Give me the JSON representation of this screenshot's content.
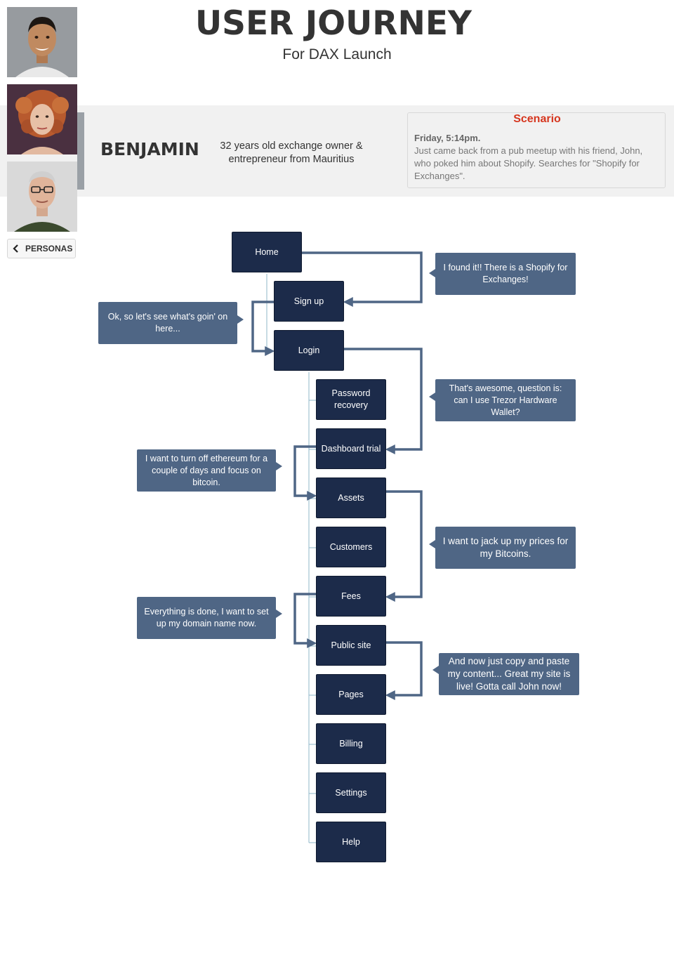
{
  "header": {
    "title": "USER JOURNEY",
    "subtitle": "For DAX Launch"
  },
  "persona": {
    "name": "BENJAMIN",
    "description": "32 years old exchange owner & entrepreneur from Mauritius"
  },
  "scenario": {
    "title": "Scenario",
    "when": "Friday, 5:14pm.",
    "text": "Just came back from a pub meetup with his friend, John, who poked him about Shopify. Searches for \"Shopify for Exchanges\"."
  },
  "personas_button": {
    "label": "PERSONAS"
  },
  "flow": {
    "nodes": {
      "home": "Home",
      "signup": "Sign up",
      "login": "Login",
      "password_recovery": "Password recovery",
      "dashboard_trial": "Dashboard trial",
      "assets": "Assets",
      "customers": "Customers",
      "fees": "Fees",
      "public_site": "Public site",
      "pages": "Pages",
      "billing": "Billing",
      "settings": "Settings",
      "help": "Help"
    },
    "comments": {
      "found_it": "I found it!! There is a Shopify for Exchanges!",
      "lets_see": "Ok, so let's see what's goin' on here...",
      "trezor": "That's awesome, question is: can I use Trezor Hardware Wallet?",
      "ethereum": "I want to turn off ethereum for a couple of days and focus on bitcoin.",
      "prices": "I want to jack up my prices for my Bitcoins.",
      "domain": "Everything is done, I want to set up my domain name now.",
      "copy_paste": "And now just copy and paste my content... Great my site is live! Gotta call John now!"
    }
  },
  "colors": {
    "node": "#1c2b4a",
    "bubble": "#4f6685",
    "connector": "#4f6685",
    "tree_line": "#8fb7c9",
    "scenario_title": "#d6361f",
    "band": "#f1f1f1"
  }
}
